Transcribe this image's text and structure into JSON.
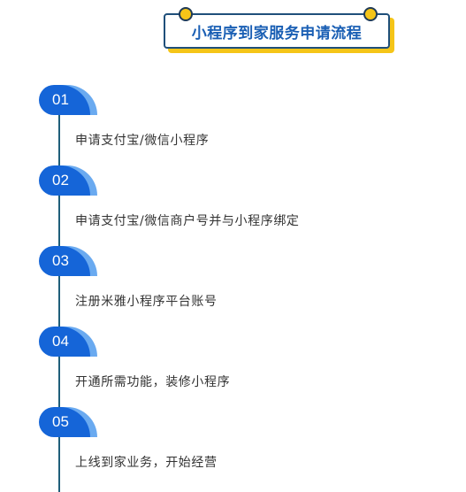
{
  "title": "小程序到家服务申请流程",
  "steps": [
    {
      "number": "01",
      "text": "申请支付宝/微信小程序"
    },
    {
      "number": "02",
      "text": "申请支付宝/微信商户号并与小程序绑定"
    },
    {
      "number": "03",
      "text": "注册米雅小程序平台账号"
    },
    {
      "number": "04",
      "text": "开通所需功能，装修小程序"
    },
    {
      "number": "05",
      "text": "上线到家业务，开始经营"
    }
  ],
  "colors": {
    "badge": "#1565d8",
    "badge_shadow": "#6aaaf0",
    "title_text": "#1a5fb4",
    "title_border": "#1f4f7a",
    "title_shadow": "#f5c518",
    "timeline": "#1f5f7a"
  }
}
